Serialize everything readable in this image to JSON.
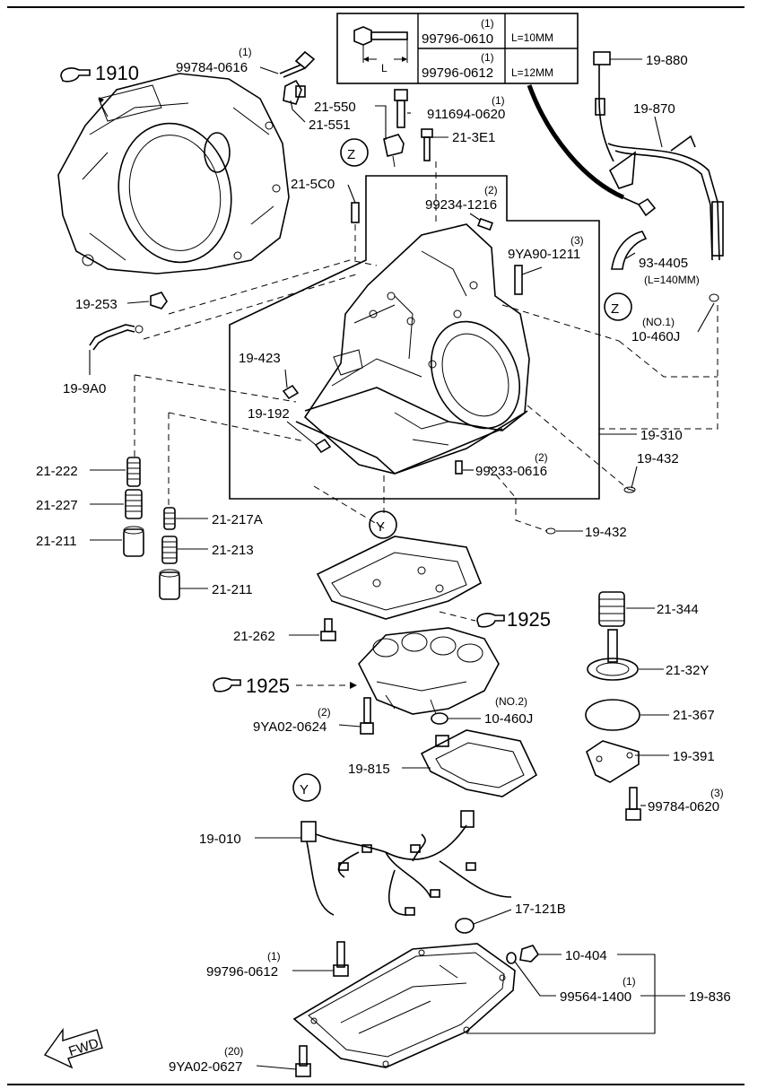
{
  "bolt_table": {
    "rows": [
      {
        "qty": "(1)",
        "part": "99796-0610",
        "length": "L=10MM"
      },
      {
        "qty": "(1)",
        "part": "99796-0612",
        "length": "L=12MM"
      }
    ],
    "dim_label": "L"
  },
  "refs": {
    "r1910": "1910",
    "r1925a": "1925",
    "r1925b": "1925"
  },
  "circle_markers": {
    "z": "Z",
    "y": "Y"
  },
  "fwd": "FWD",
  "labels": {
    "q_99784_0616": "(1)",
    "p_99784_0616": "99784-0616",
    "p_21_550": "21-550",
    "p_21_551": "21-551",
    "q_911694_0620": "(1)",
    "p_911694_0620": "911694-0620",
    "p_21_3e1": "21-3E1",
    "p_21_5c0": "21-5C0",
    "q_99234_1216": "(2)",
    "p_99234_1216": "99234-1216",
    "q_9ya90_1211": "(3)",
    "p_9ya90_1211": "9YA90-1211",
    "p_19_880": "19-880",
    "p_19_870": "19-870",
    "p_93_4405": "93-4405",
    "n_93_4405": "(L=140MM)",
    "q_10_460j_a": "(NO.1)",
    "p_10_460j_a": "10-460J",
    "p_19_253": "19-253",
    "p_19_9a0": "19-9A0",
    "p_19_423": "19-423",
    "p_19_192": "19-192",
    "p_19_310": "19-310",
    "p_19_432_a": "19-432",
    "q_99233_0616": "(2)",
    "p_99233_0616": "99233-0616",
    "p_21_222": "21-222",
    "p_21_227": "21-227",
    "p_21_211_a": "21-211",
    "p_21_217a": "21-217A",
    "p_21_213": "21-213",
    "p_21_211_b": "21-211",
    "p_19_432_b": "19-432",
    "p_21_344": "21-344",
    "p_21_262": "21-262",
    "p_21_32y": "21-32Y",
    "q_9ya02_0624": "(2)",
    "p_9ya02_0624": "9YA02-0624",
    "q_10_460j_b": "(NO.2)",
    "p_10_460j_b": "10-460J",
    "p_21_367": "21-367",
    "p_19_815": "19-815",
    "p_19_391": "19-391",
    "q_99784_0620": "(3)",
    "p_99784_0620": "99784-0620",
    "p_19_010": "19-010",
    "p_17_121b": "17-121B",
    "q_99796_0612": "(1)",
    "p_99796_0612": "99796-0612",
    "p_10_404": "10-404",
    "q_99564_1400": "(1)",
    "p_99564_1400": "99564-1400",
    "p_19_836": "19-836",
    "q_9ya02_0627": "(20)",
    "p_9ya02_0627": "9YA02-0627"
  }
}
